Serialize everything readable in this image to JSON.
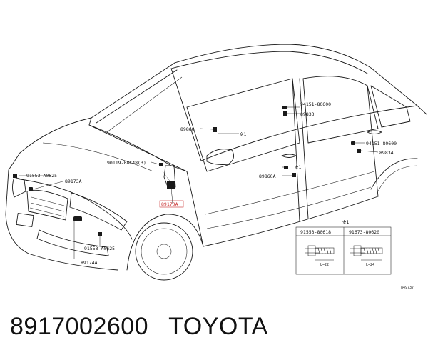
{
  "diagram": {
    "labels": {
      "p89860": "89860",
      "p89860A": "89860A",
      "p89833": "89833",
      "p89834": "89834",
      "p94151_top": "94151-80600",
      "p94151_mid": "94151-80600",
      "p90119": "90119-08C48(3)",
      "p91553_top": "91553-A0625",
      "p91553_bot": "91553-A0625",
      "p89173A": "89173A",
      "p89174A": "89174A",
      "p89170A": "89170A",
      "ref_star_top": "※1",
      "ref_star_mid": "※1",
      "ref_star_box": "※1",
      "drawing_no": "849737"
    },
    "table": {
      "col1": "91553-80618",
      "col2": "91673-80620",
      "len1": "L=22",
      "len2": "L=24"
    }
  },
  "footer": {
    "part_number": "8917002600",
    "brand": "TOYOTA"
  },
  "colors": {
    "highlight": "#c62828",
    "ink": "#1a1a1a"
  }
}
